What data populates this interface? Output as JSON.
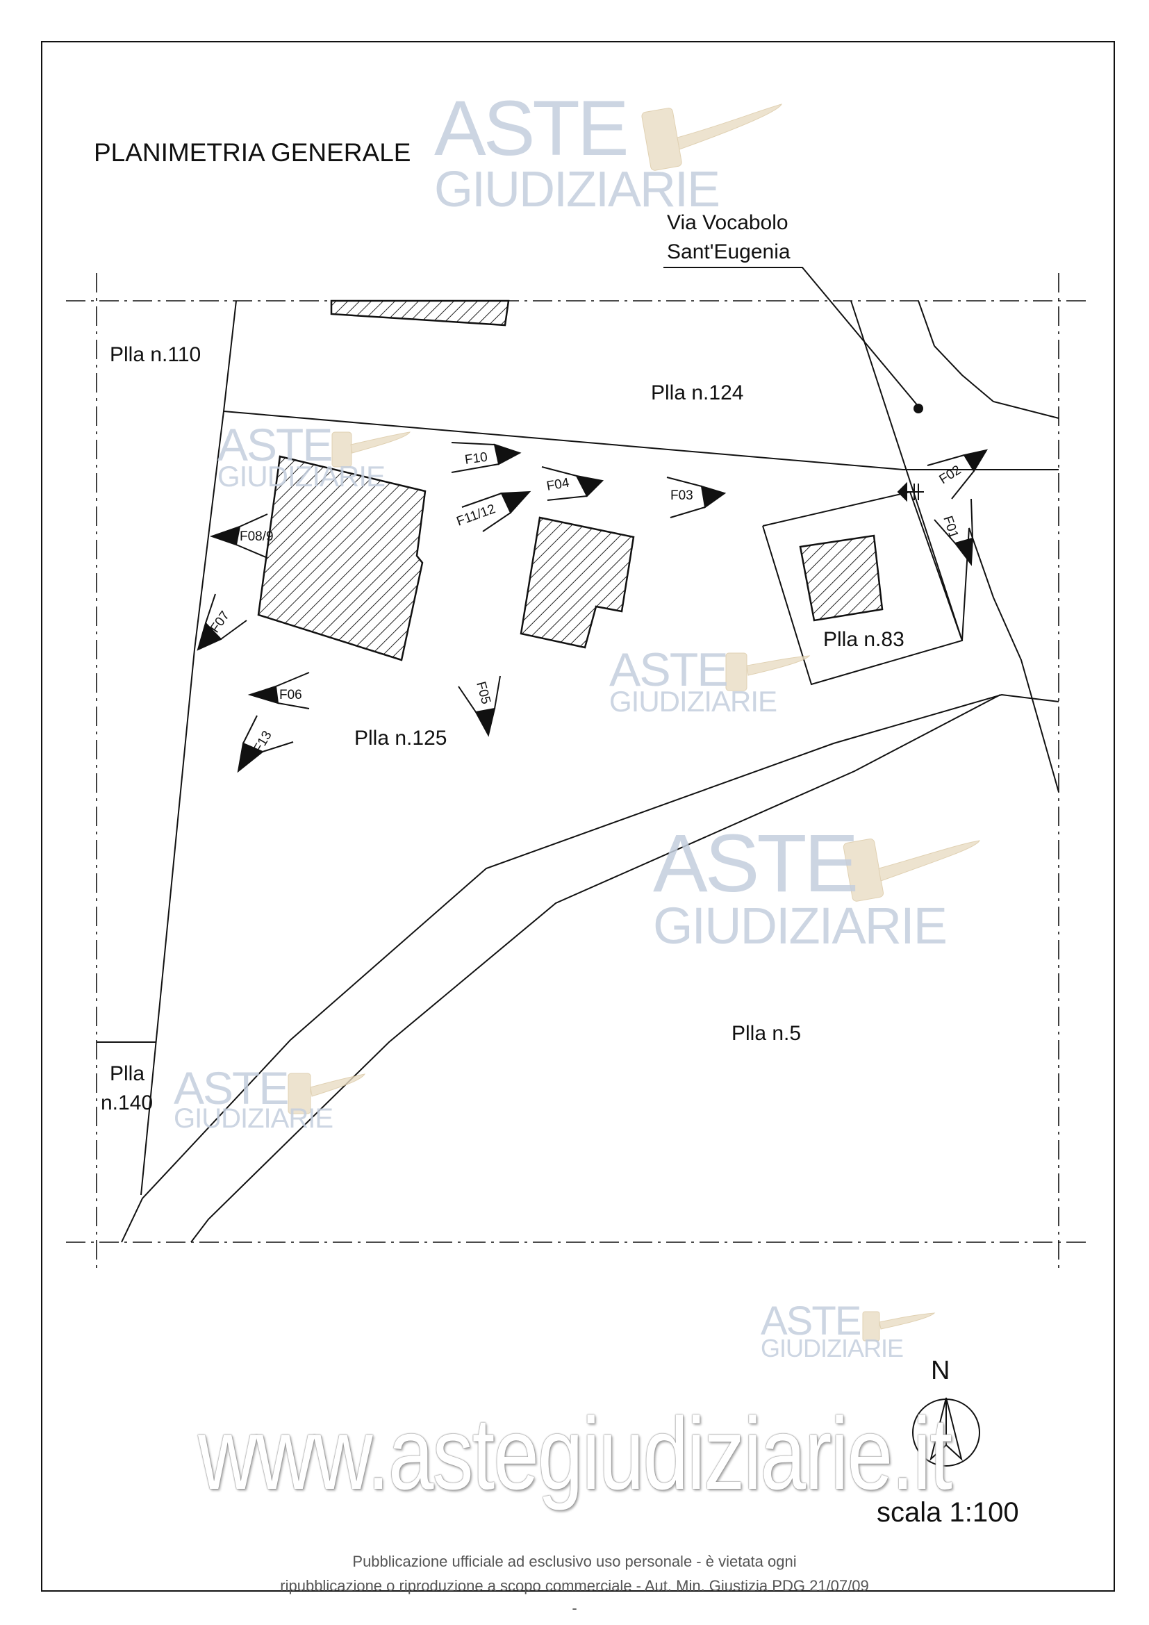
{
  "title": "PLANIMETRIA GENERALE",
  "street": {
    "line1": "Via Vocabolo",
    "line2": "Sant'Eugenia"
  },
  "parcels": {
    "p110": "Plla n.110",
    "p124": "Plla n.124",
    "p83": "Plla n.83",
    "p125": "Plla n.125",
    "p5": "Plla n.5",
    "p140_line1": "Plla",
    "p140_line2": "n.140"
  },
  "photo_points": [
    "F01",
    "F02",
    "F03",
    "F04",
    "F05",
    "F06",
    "F07",
    "F08/9",
    "F10",
    "F11/12",
    "F13"
  ],
  "north": "N",
  "scale": "scala 1:100",
  "watermark": {
    "line1": "ASTE",
    "line2": "GIUDIZIARIE",
    "site": "www.astegiudiziarie.it"
  },
  "footer": {
    "line1": "Pubblicazione ufficiale ad esclusivo uso personale - è vietata ogni",
    "line2": "ripubblicazione o riproduzione a scopo commerciale - Aut. Min. Giustizia PDG 21/07/09",
    "line3": "-"
  },
  "colors": {
    "watermark": "#c4cedd",
    "ink": "#111111"
  }
}
